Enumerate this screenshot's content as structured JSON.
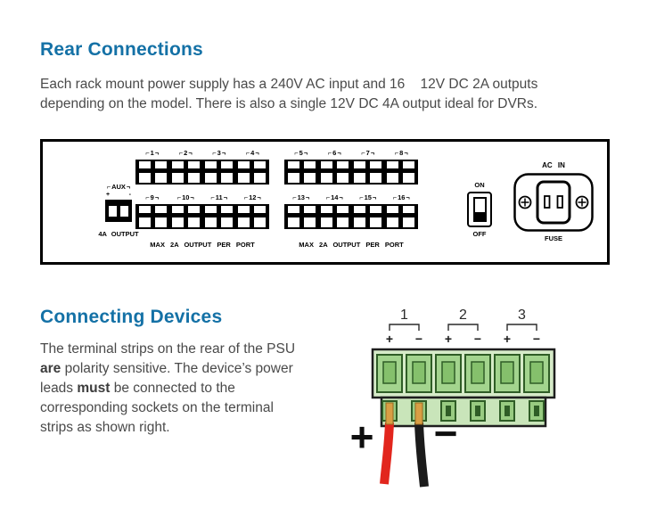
{
  "rear_section": {
    "title": "Rear Connections",
    "line1": "Each rack mount power supply has a 240V AC input and 16    12V DC 2A outputs",
    "line2": "depending on the model. There is also a single 12V DC 4A output ideal for DVRs."
  },
  "panel": {
    "aux_label": "AUX",
    "aux_plus": "+",
    "aux_minus": "-",
    "aux_output": "4A OUTPUT",
    "max_output": "MAX 2A OUTPUT PER PORT",
    "on": "ON",
    "off": "OFF",
    "ac_in": "AC IN",
    "fuse": "FUSE",
    "groups": [
      {
        "ports": [
          "1",
          "2",
          "3",
          "4"
        ]
      },
      {
        "ports": [
          "5",
          "6",
          "7",
          "8"
        ]
      },
      {
        "ports": [
          "9",
          "10",
          "11",
          "12"
        ]
      },
      {
        "ports": [
          "13",
          "14",
          "15",
          "16"
        ]
      }
    ]
  },
  "connecting_section": {
    "title": "Connecting Devices",
    "seg1": "The terminal strips on the rear of the PSU ",
    "bold1": "are",
    "seg2": " polarity sensitive. The device’s power leads ",
    "bold2": "must",
    "seg3": " be connected to the corresponding sockets on the terminal strips as shown right."
  },
  "strip": {
    "pair_numbers": [
      "1",
      "2",
      "3"
    ],
    "plus": "+",
    "minus": "−",
    "big_plus": "+",
    "big_minus": "−"
  },
  "colors": {
    "heading_blue": "#1471a6",
    "body_text": "#4a4a4a",
    "terminal_green": "#a3d48e",
    "wire_red": "#e2261d",
    "wire_black": "#1b1b1b",
    "ferrule_copper": "#d99e44"
  }
}
